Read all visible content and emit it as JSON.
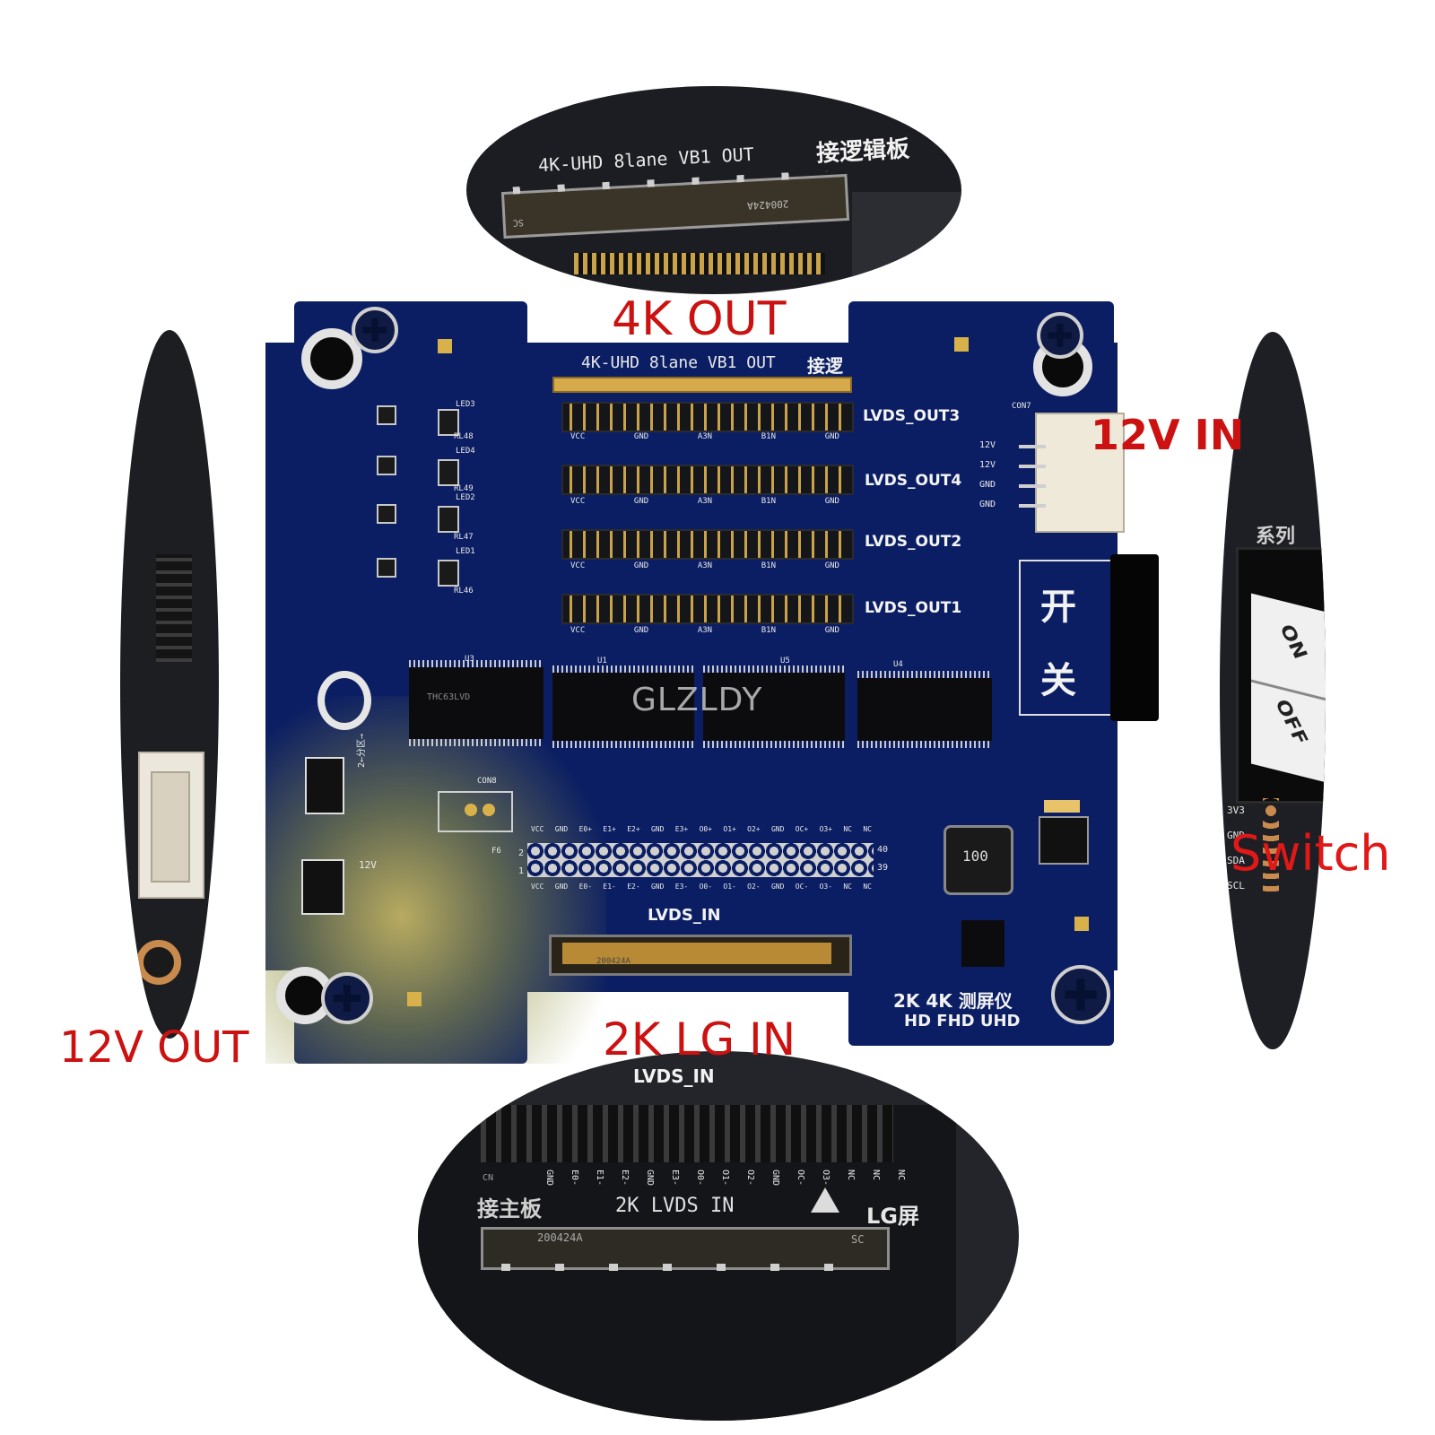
{
  "callouts": {
    "top": "4K OUT",
    "bottom": "2K LG IN",
    "left": "12V OUT",
    "right_top": "12V IN",
    "right_bottom": "Switch"
  },
  "top_inset": {
    "silk_text": "4K-UHD 8lane VB1 OUT",
    "silk_cn": "接逻辑板",
    "connector_code": "200424A",
    "connector_mark": "SC"
  },
  "bottom_inset": {
    "top_label": "LVDS_IN",
    "pin_labels": [
      "GND",
      "E0-",
      "E1-",
      "E2-",
      "GND",
      "E3-",
      "O0-",
      "O1-",
      "O2-",
      "GND",
      "OC-",
      "O3-",
      "NC",
      "NC",
      "NC"
    ],
    "silk_cn": "接主板",
    "silk_text": "2K LVDS IN",
    "brand_text": "LG屏",
    "connector_code": "200424A",
    "connector_mark": "SC",
    "small_mark": "CN"
  },
  "right_inset": {
    "switch_on": "ON",
    "switch_off": "OFF",
    "pin_labels": [
      "3V3",
      "GND",
      "SDA",
      "SCL"
    ],
    "cn_fragment": "系列"
  },
  "board": {
    "header_silk": "4K-UHD 8lane VB1 OUT",
    "header_cn": "接逻",
    "outputs": [
      "LVDS_OUT3",
      "LVDS_OUT4",
      "LVDS_OUT2",
      "LVDS_OUT1"
    ],
    "power_pins": [
      "12V",
      "12V",
      "GND",
      "GND"
    ],
    "power_conn": "CON7",
    "switch_cn_1": "开",
    "switch_cn_2": "关",
    "watermark": "GLZLDY",
    "lvds_in": "LVDS_IN",
    "pin_num_left_top": "2",
    "pin_num_left_bottom": "1",
    "pin_num_right_top": "40",
    "pin_num_right_bottom": "39",
    "inductor": "100",
    "bottom_title_1": "2K 4K 测屏仪",
    "bottom_title_2": "HD FHD UHD",
    "connector_code": "200424A",
    "led_labels": [
      "LED3",
      "LED4",
      "LED2",
      "LED1"
    ],
    "rl_labels": [
      "RL48",
      "RL49",
      "RL47",
      "RL46"
    ],
    "row_pin_labels": [
      "VCC",
      "GND",
      "A3N",
      "B1N",
      "GND"
    ],
    "in_pin_labels_top": [
      "VCC",
      "GND",
      "E0+",
      "E1+",
      "E2+",
      "GND",
      "E3+",
      "O0+",
      "O1+",
      "O2+",
      "GND",
      "OC+",
      "O3+",
      "NC",
      "NC"
    ],
    "in_pin_labels_bottom": [
      "VCC",
      "GND",
      "E0-",
      "E1-",
      "E2-",
      "GND",
      "E3-",
      "O0-",
      "O1-",
      "O2-",
      "GND",
      "OC-",
      "O3-",
      "NC",
      "NC"
    ],
    "chip_text": "THC63LVD",
    "jumper_text": "2←分区→",
    "jumper_12v": "12V",
    "u_labels": [
      "U1",
      "U3",
      "U4",
      "U5"
    ],
    "con_label": "CON8",
    "f_label": "F6"
  },
  "colors": {
    "pcb": "#0b1e63",
    "callout_red": "#cc1111",
    "gold": "#d8b14a"
  }
}
